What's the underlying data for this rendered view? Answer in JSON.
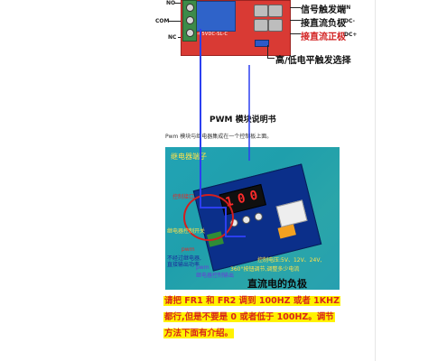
{
  "top_diagram": {
    "left_labels": {
      "no": "NO",
      "com": "COM",
      "nc": "NC"
    },
    "silk_text": "SRD-05VDC-SL-C",
    "annotations": [
      {
        "text": "信号触发端",
        "tag": "IN",
        "color": "black"
      },
      {
        "text": "接直流负极",
        "tag": "DC-",
        "color": "black"
      },
      {
        "text": "接直流正极",
        "tag": "DC+",
        "color": "red"
      }
    ],
    "bottom_annotation": "高/低电平触发选择"
  },
  "doc": {
    "title": "PWM 模块说明书",
    "intro": "Pwm 模块与继电器集成在一个控制板上面。"
  },
  "photo": {
    "display_digits": [
      "1",
      "0",
      "0"
    ],
    "labels": {
      "top_left": "继电器端子",
      "tl2": "控制接口",
      "mid_left": "继电器控制开关",
      "pwm_red": "pwm",
      "pwm_blue_1": "不经过继电器,",
      "pwm_blue_2": "直接输出功率",
      "pwm_purple_1": "pwm",
      "pwm_purple_2": "继电器控制输出",
      "right_1": "控制电压:5V、12V、24V,",
      "right_2": "360°按钮调节,调整多少电流"
    },
    "dc_negative": "直流电的负极"
  },
  "note": {
    "lines": [
      "请把 FR1 和 FR2 调到 100HZ 或者 1KHZ",
      "都行,但是不要是 0 或者低于 100HZ。调节",
      "方法下面有介绍。"
    ]
  },
  "colors": {
    "highlight": "#fff200",
    "note_text": "#d9261c",
    "wire": "#2c3ff0"
  }
}
